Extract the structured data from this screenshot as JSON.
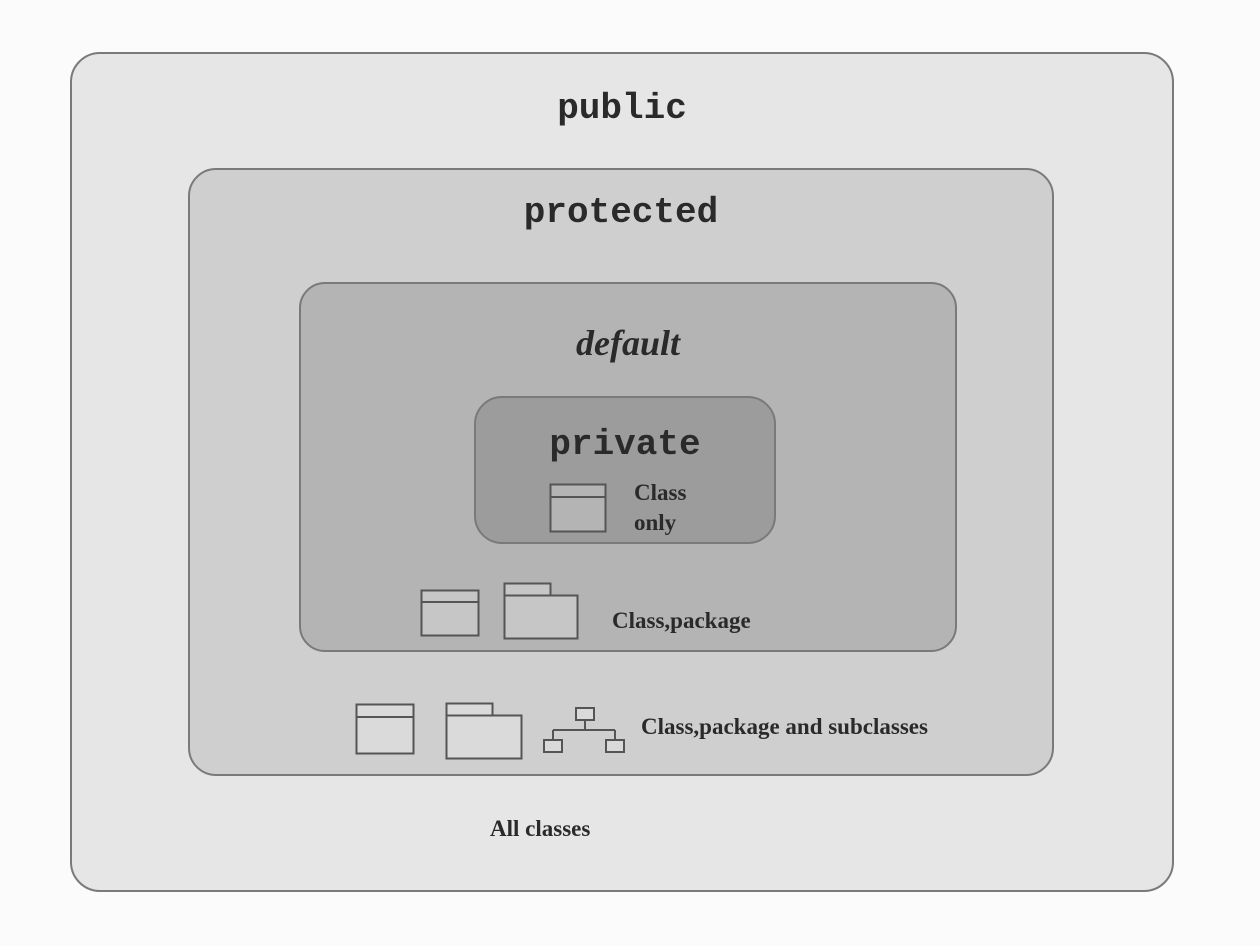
{
  "levels": {
    "public": {
      "keyword": "public",
      "scope": "All classes"
    },
    "protected": {
      "keyword": "protected",
      "scope": "Class,package and subclasses"
    },
    "default": {
      "keyword": "default",
      "scope": "Class,package"
    },
    "private": {
      "keyword": "private",
      "scope_line1": "Class",
      "scope_line2": "only"
    }
  },
  "icons": [
    "class-icon",
    "package-icon",
    "hierarchy-icon"
  ]
}
